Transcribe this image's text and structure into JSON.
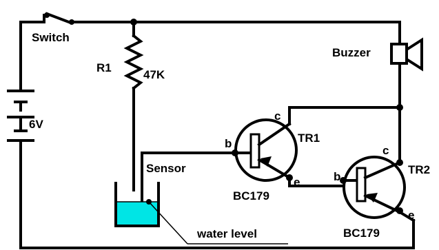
{
  "labels": {
    "switch": "Switch",
    "battery": "6V",
    "r1": "R1",
    "r1_value": "47K",
    "buzzer": "Buzzer",
    "sensor": "Sensor",
    "water_level": "water level",
    "tr1": "TR1",
    "tr1_part": "BC179",
    "tr2": "TR2",
    "tr2_part": "BC179",
    "tr1_c": "c",
    "tr1_b": "b",
    "tr1_e": "e",
    "tr2_c": "c",
    "tr2_b": "b",
    "tr2_e": "e"
  },
  "colors": {
    "wire": "#000000",
    "water": "#00e5e5",
    "background": "#ffffff"
  }
}
